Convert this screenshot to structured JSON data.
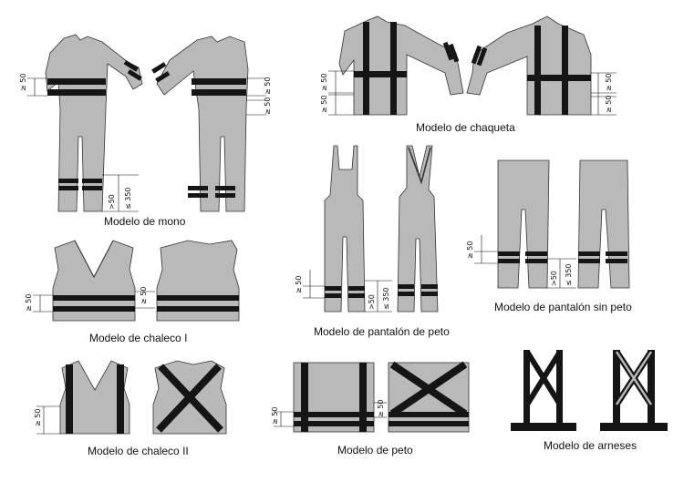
{
  "captions": {
    "mono": "Modelo de mono",
    "chaqueta": "Modelo de chaqueta",
    "pantalon_peto": "Modelo de pantalón de peto",
    "pantalon_sin_peto": "Modelo de pantalón sin peto",
    "chaleco1": "Modelo de chaleco I",
    "chaleco2": "Modelo de chaleco II",
    "peto": "Modelo de peto",
    "arneses": "Modelo de arneses"
  },
  "dims": {
    "min50": "≥ 50",
    "gap50": ">50",
    "max350": "≤ 350"
  },
  "colors": {
    "fabric": "#b9b9b9",
    "band": "#151515",
    "outline": "#333333"
  }
}
